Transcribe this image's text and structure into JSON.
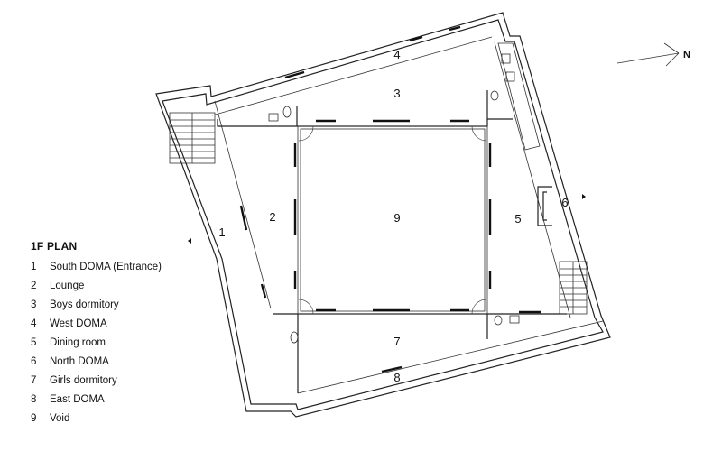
{
  "legend": {
    "title": "1F PLAN",
    "items": [
      {
        "num": "1",
        "name": "South DOMA (Entrance)"
      },
      {
        "num": "2",
        "name": "Lounge"
      },
      {
        "num": "3",
        "name": "Boys dormitory"
      },
      {
        "num": "4",
        "name": "West DOMA"
      },
      {
        "num": "5",
        "name": "Dining room"
      },
      {
        "num": "6",
        "name": "North DOMA"
      },
      {
        "num": "7",
        "name": "Girls dormitory"
      },
      {
        "num": "8",
        "name": "East DOMA"
      },
      {
        "num": "9",
        "name": "Void"
      }
    ]
  },
  "north_arrow": {
    "label": "N"
  },
  "room_labels": {
    "r1": "1",
    "r2": "2",
    "r3": "3",
    "r4": "4",
    "r5": "5",
    "r6": "6",
    "r7": "7",
    "r8": "8",
    "r9": "9"
  }
}
